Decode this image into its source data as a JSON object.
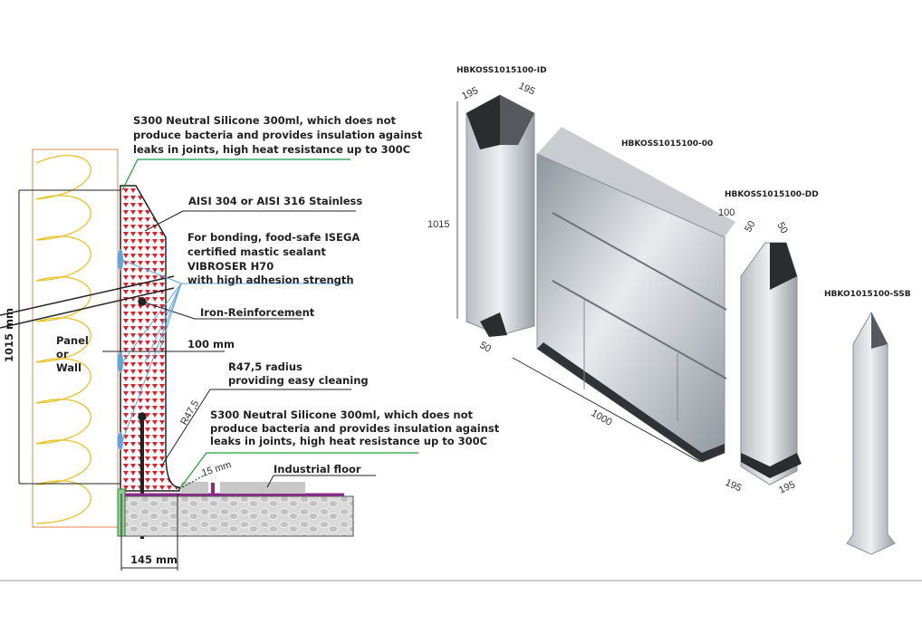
{
  "section": {
    "silicone_top": [
      "S300 Neutral Silicone 300ml, which does not",
      "produce bacteria and provides insulation against",
      "leaks in joints, high heat resistance up to 300C"
    ],
    "stainless": "AISI 304 or AISI 316 Stainless",
    "mastic": [
      "For bonding, food-safe ISEGA",
      "certified mastic sealant",
      "VIBROSER H70",
      "with high adhesion strength"
    ],
    "iron": "Iron-Reinforcement",
    "panel": [
      "Panel",
      "or",
      "Wall"
    ],
    "dim_100": "100 mm",
    "radius": [
      "R47,5 radius",
      "providing easy cleaning"
    ],
    "radius_dim": "R47,5",
    "silicone_bottom": [
      "S300 Neutral Silicone 300ml, which does not",
      "produce bacteria and provides insulation against",
      "leaks in joints, high heat resistance up to 300C"
    ],
    "dim_15": "15 mm",
    "floor": "Industrial floor",
    "dim_1015": "1015 mm",
    "dim_145": "145 mm"
  },
  "products": {
    "id": {
      "code": "HBKOSS1015100-ID",
      "w1": "195",
      "w2": "195",
      "h": "1015",
      "b": "50"
    },
    "straight": {
      "code": "HBKOSS1015100-00",
      "top": "100",
      "len": "1000"
    },
    "dd": {
      "code": "HBKOSS1015100-DD",
      "w1": "50",
      "w2": "50",
      "b1": "195",
      "b2": "195"
    },
    "ssb": {
      "code": "HBKO1015100-SSB"
    }
  },
  "colors": {
    "silicone": "#1a9e3c",
    "mastic": "#5aa6e0",
    "hatch": "#e0202a",
    "floor": "#8a2a8a",
    "insulation": "#e8c22a"
  }
}
